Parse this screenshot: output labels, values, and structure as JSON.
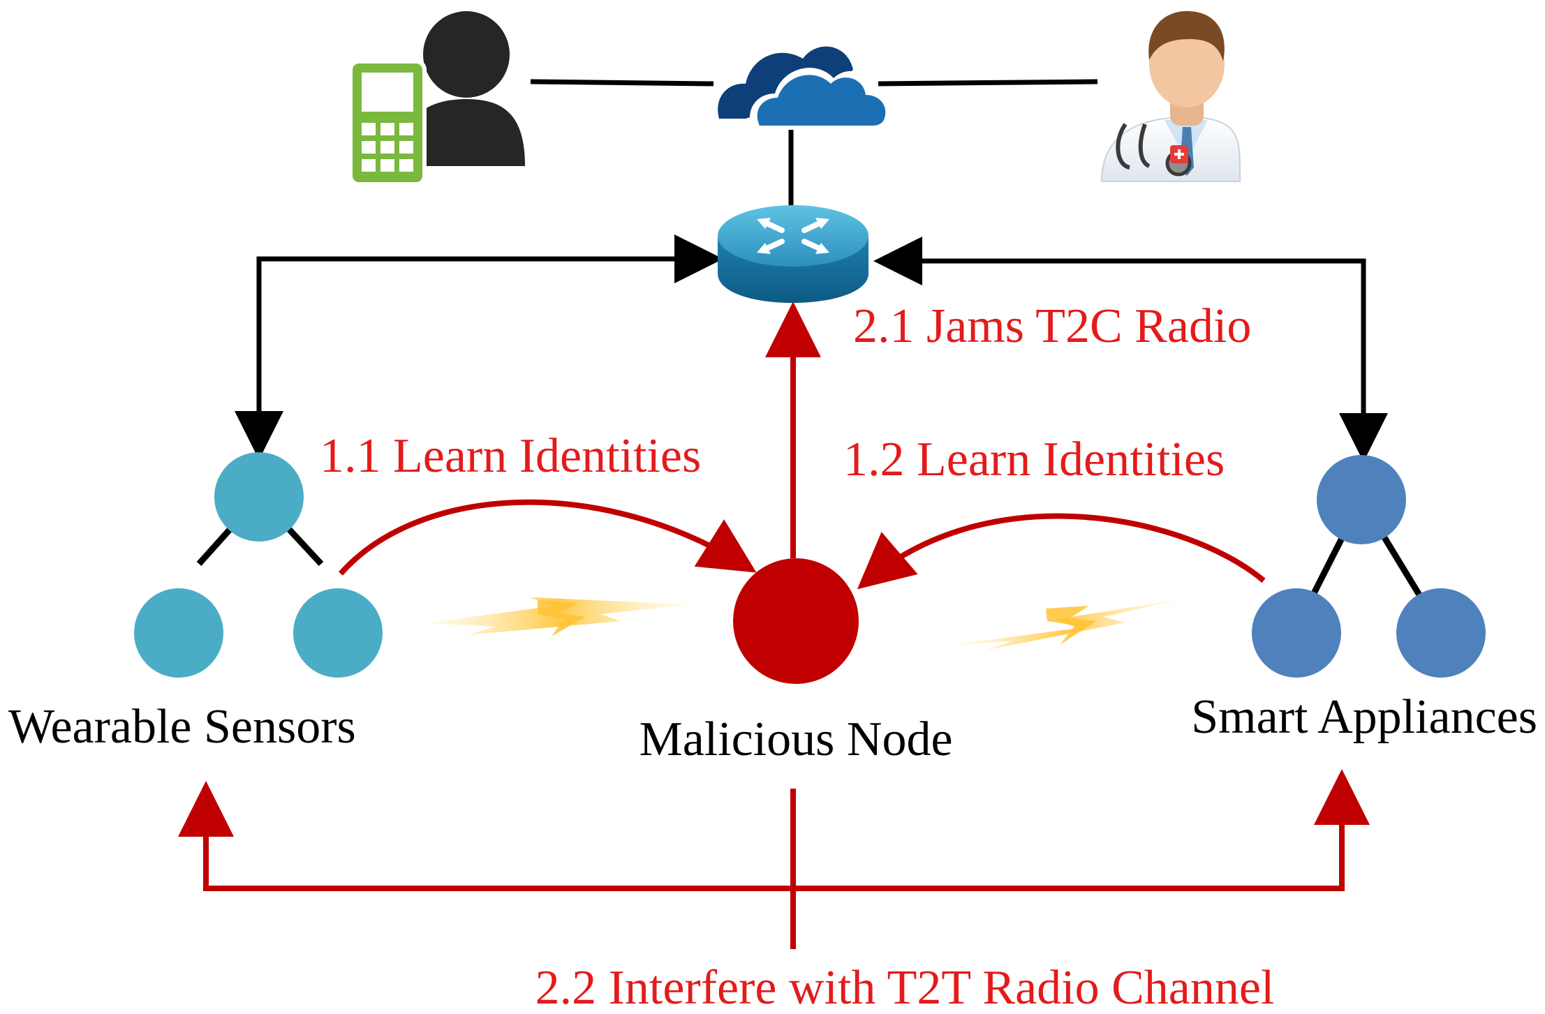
{
  "labels": {
    "wearable": "Wearable Sensors",
    "malicious": "Malicious Node",
    "appliances": "Smart Appliances",
    "learn_left": "1.1 Learn Identities",
    "learn_right": "1.2 Learn Identities",
    "jams": "2.1 Jams T2C Radio",
    "interfere": "2.2 Interfere with T2T Radio Channel"
  },
  "icons": {
    "user": "phone-user-icon",
    "cloud": "cloud-icon",
    "doctor": "doctor-icon",
    "router": "router-icon",
    "lightning": "lightning-bolt-icon"
  },
  "colors": {
    "attack_red": "#c00000",
    "attack_text": "#e31b1b",
    "wearable_node": "#4bacc6",
    "appliance_node": "#4f81bd",
    "malicious_node": "#c00000",
    "link_black": "#000000"
  }
}
